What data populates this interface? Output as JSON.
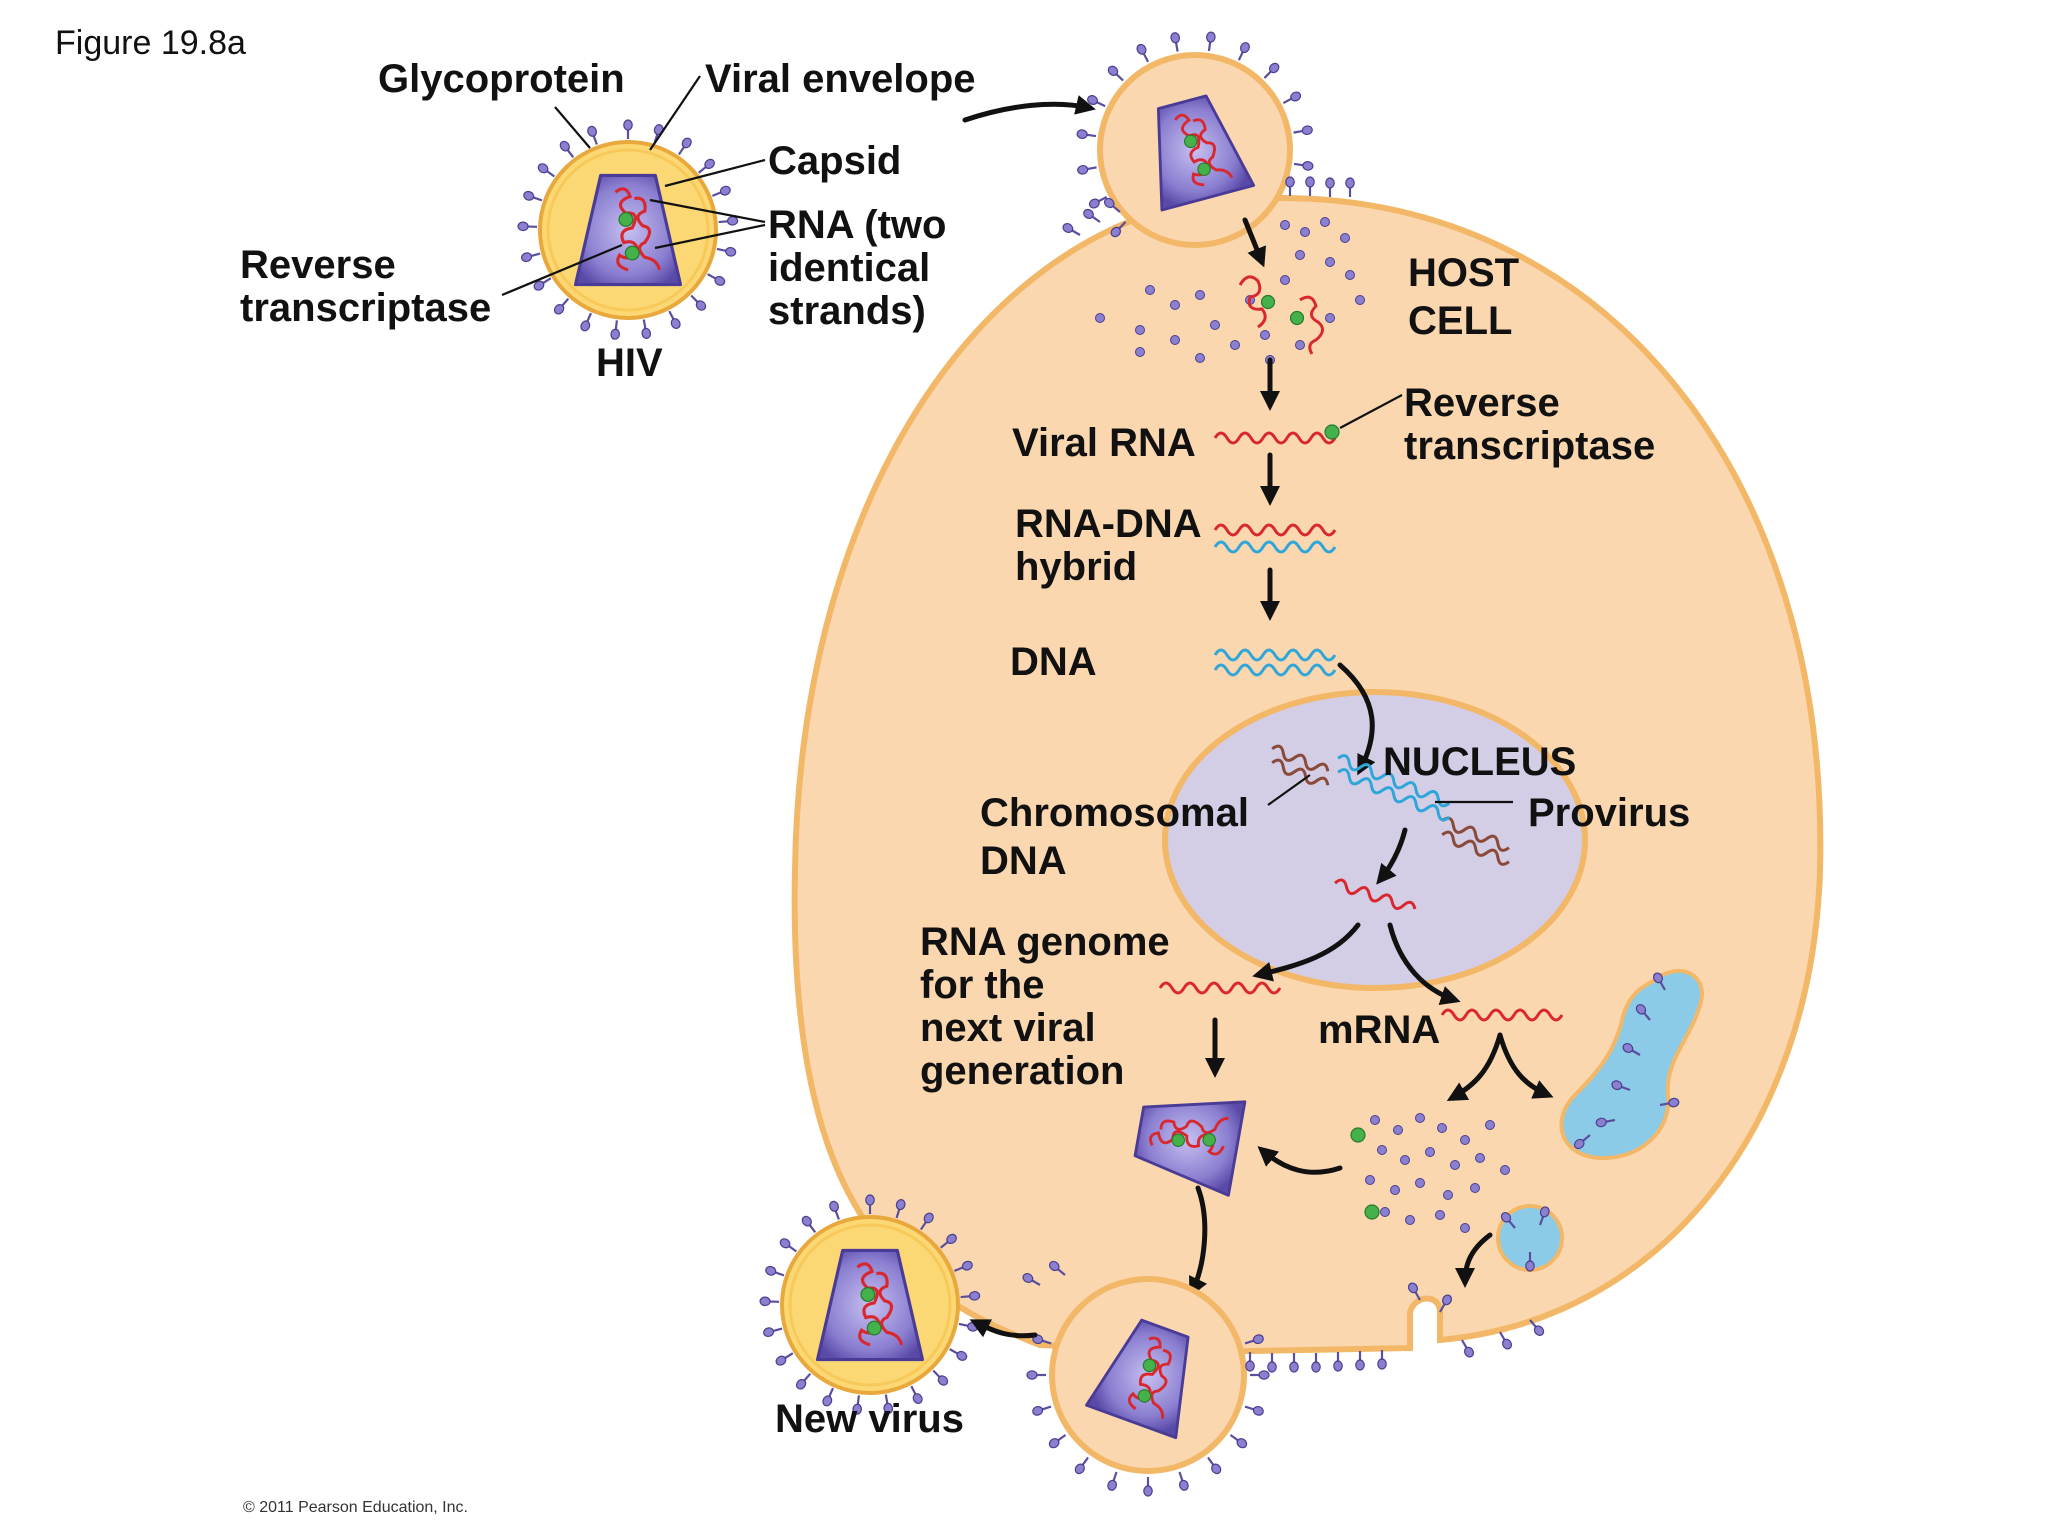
{
  "figure_label": "Figure 19.8a",
  "copyright": "© 2011 Pearson Education, Inc.",
  "labels": {
    "glycoprotein": "Glycoprotein",
    "viral_envelope": "Viral envelope",
    "capsid": "Capsid",
    "rna_two_strands": [
      "RNA (two",
      "identical",
      "strands)"
    ],
    "reverse_transcriptase_hiv": [
      "Reverse",
      "transcriptase"
    ],
    "hiv": "HIV",
    "host_cell": [
      "HOST",
      "CELL"
    ],
    "viral_rna": "Viral RNA",
    "reverse_transcriptase_cell": [
      "Reverse",
      "transcriptase"
    ],
    "rna_dna_hybrid": [
      "RNA-DNA",
      "hybrid"
    ],
    "dna": "DNA",
    "nucleus": "NUCLEUS",
    "chromosomal_dna": [
      "Chromosomal",
      "DNA"
    ],
    "provirus": "Provirus",
    "rna_genome": [
      "RNA genome",
      "for the",
      "next viral",
      "generation"
    ],
    "mrna": "mRNA",
    "new_virus": "New virus"
  },
  "colors": {
    "cell_fill": "#fbd7b0",
    "cell_outline": "#f2b868",
    "nucleus_fill": "#d3cde6",
    "envelope_yellow": "#fbd873",
    "capsid_purple": "#7062b8",
    "rna_red": "#d9272e",
    "dna_blue": "#2fa6d9",
    "chromosome_brown": "#8a4a3a",
    "enzyme_green": "#45b14b",
    "er_blue": "#8ccbe8"
  }
}
